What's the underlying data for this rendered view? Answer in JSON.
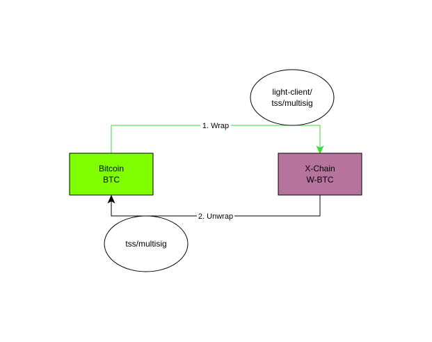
{
  "diagram": {
    "nodes": {
      "bitcoin": {
        "line1": "Bitcoin",
        "line2": "BTC",
        "fill": "#80FF00"
      },
      "xchain": {
        "line1": "X-Chain",
        "line2": "W-BTC",
        "fill": "#B5739D"
      },
      "light_client": {
        "line1": "light-client/",
        "line2": "tss/multisig"
      },
      "tss": {
        "label": "tss/multisig"
      }
    },
    "edges": {
      "wrap": {
        "label": "1. Wrap",
        "color": "#33DD33"
      },
      "unwrap": {
        "label": "2. Unwrap",
        "color": "#000000"
      }
    }
  }
}
